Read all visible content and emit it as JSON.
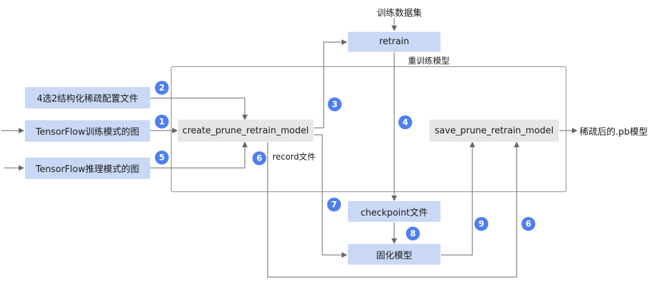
{
  "diagram": {
    "top_label": "训练数据集",
    "retrain_label": "retrain",
    "container_label": "重训练模型",
    "config_label": "4选2结构化稀疏配置文件",
    "tf_train_label": "TensorFlow训练模式的图",
    "tf_infer_label": "TensorFlow推理模式的图",
    "create_label": "create_prune_retrain_model",
    "save_label": "save_prune_retrain_model",
    "output_label": "稀疏后的.pb模型",
    "record_label": "record文件",
    "checkpoint_label": "checkpoint文件",
    "freeze_label": "固化模型",
    "steps": {
      "s1": "1",
      "s2": "2",
      "s3": "3",
      "s4": "4",
      "s5": "5",
      "s6a": "6",
      "s6b": "6",
      "s7": "7",
      "s8": "8",
      "s9": "9"
    }
  },
  "colors": {
    "input_box": "#c9d9f5",
    "api_box": "#e6e6e6",
    "badge": "#4f7fef",
    "line": "#666666"
  }
}
